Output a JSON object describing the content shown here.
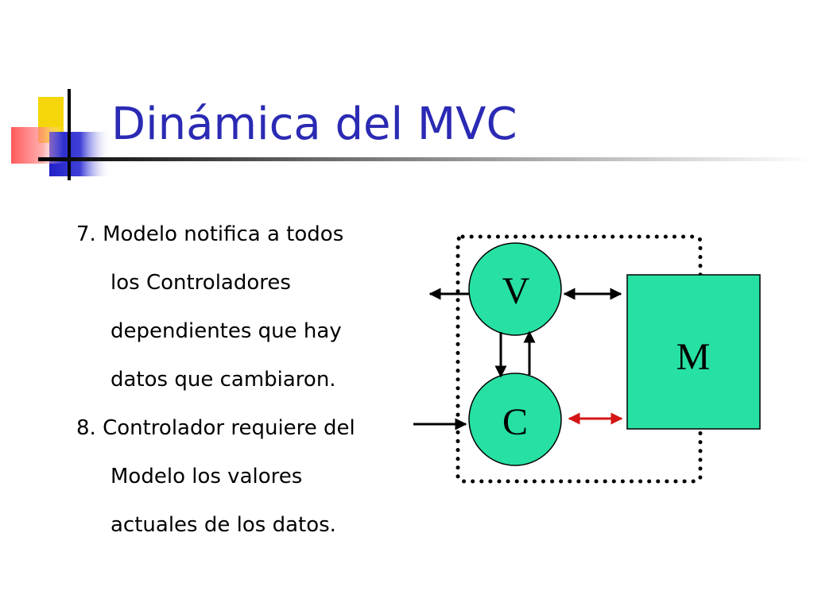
{
  "slide": {
    "title": "Dinámica del MVC"
  },
  "steps": [
    {
      "lines": [
        "7. Modelo notifica a todos",
        "los Controladores",
        "dependientes que hay",
        "datos que cambiaron."
      ]
    },
    {
      "lines": [
        "8. Controlador requiere del",
        "Modelo los valores",
        "actuales de los datos."
      ]
    }
  ],
  "diagram": {
    "nodes": {
      "view": "V",
      "controller": "C",
      "model": "M"
    },
    "colors": {
      "node_fill": "#27e0a3",
      "active_arrow": "#d41515",
      "arrow": "#000000",
      "boundary": "#000000"
    }
  },
  "decoration": {
    "colors": {
      "yellow": "#f5d60a",
      "red": "#ff6e6e",
      "blue": "#3232d2",
      "title": "#2a2ab4"
    }
  }
}
